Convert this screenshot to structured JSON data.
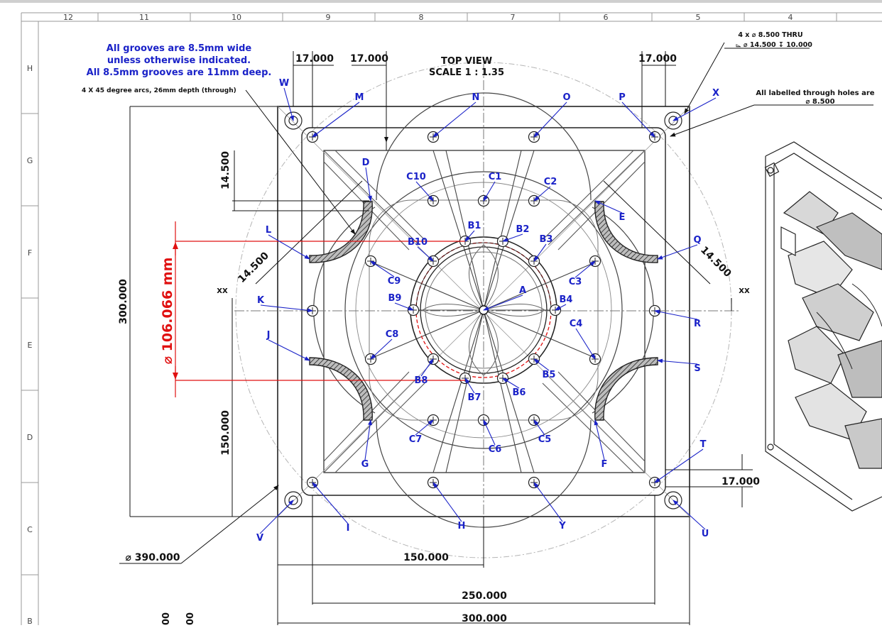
{
  "zones": {
    "top": [
      "12",
      "11",
      "10",
      "9",
      "8",
      "7",
      "6",
      "5",
      "4"
    ],
    "side": [
      "H",
      "G",
      "F",
      "E",
      "D",
      "C",
      "B"
    ]
  },
  "notes": {
    "grooves": [
      "All grooves are 8.5mm wide",
      "unless otherwise indicated.",
      "All 8.5mm grooves are 11mm deep."
    ],
    "arcs": "4 X 45 degree arcs, 26mm depth (through)",
    "view_title": "TOP VIEW",
    "view_scale": "SCALE 1 : 1.35",
    "holes_line1": "4 x ⌀ 8.500 THRU",
    "holes_line2": "⌳ ⌀ 14.500 ↧ 10.000",
    "through_line1": "All labelled through holes are",
    "through_line2": "⌀ 8.500",
    "red_dim": "⌀ 106.066 mm"
  },
  "dims": {
    "top_left_a": "17.000",
    "top_left_b": "17.000",
    "top_right": "17.000",
    "right_bottom": "17.000",
    "left_14500": "14.500",
    "diag_left": "14.500",
    "diag_right": "14.500",
    "height_300": "300.000",
    "height_150": "150.000",
    "dia_390": "⌀ 390.000",
    "bottom_150": "150.000",
    "bottom_250": "250.000",
    "bottom_300": "300.000",
    "xx_left": "XX",
    "xx_right": "XX"
  },
  "labels": {
    "W": "W",
    "M": "M",
    "N": "N",
    "O": "O",
    "P": "P",
    "X": "X",
    "D": "D",
    "E": "E",
    "L": "L",
    "Q": "Q",
    "K": "K",
    "R": "R",
    "J": "J",
    "S": "S",
    "G": "G",
    "F": "F",
    "T": "T",
    "U": "U",
    "V": "V",
    "I": "I",
    "H": "H",
    "Y": "Y",
    "A": "A",
    "C1": "C1",
    "C2": "C2",
    "C3": "C3",
    "C4": "C4",
    "C5": "C5",
    "C6": "C6",
    "C7": "C7",
    "C8": "C8",
    "C9": "C9",
    "C10": "C10",
    "B1": "B1",
    "B2": "B2",
    "B3": "B3",
    "B4": "B4",
    "B5": "B5",
    "B6": "B6",
    "B7": "B7",
    "B8": "B8",
    "B9": "B9",
    "B10": "B10"
  },
  "colors": {
    "dim_line": "#111111",
    "label": "#1a22c8",
    "red_dim": "#e01010",
    "groove": "#333333"
  },
  "bottom_fragment": [
    "00",
    "00"
  ]
}
